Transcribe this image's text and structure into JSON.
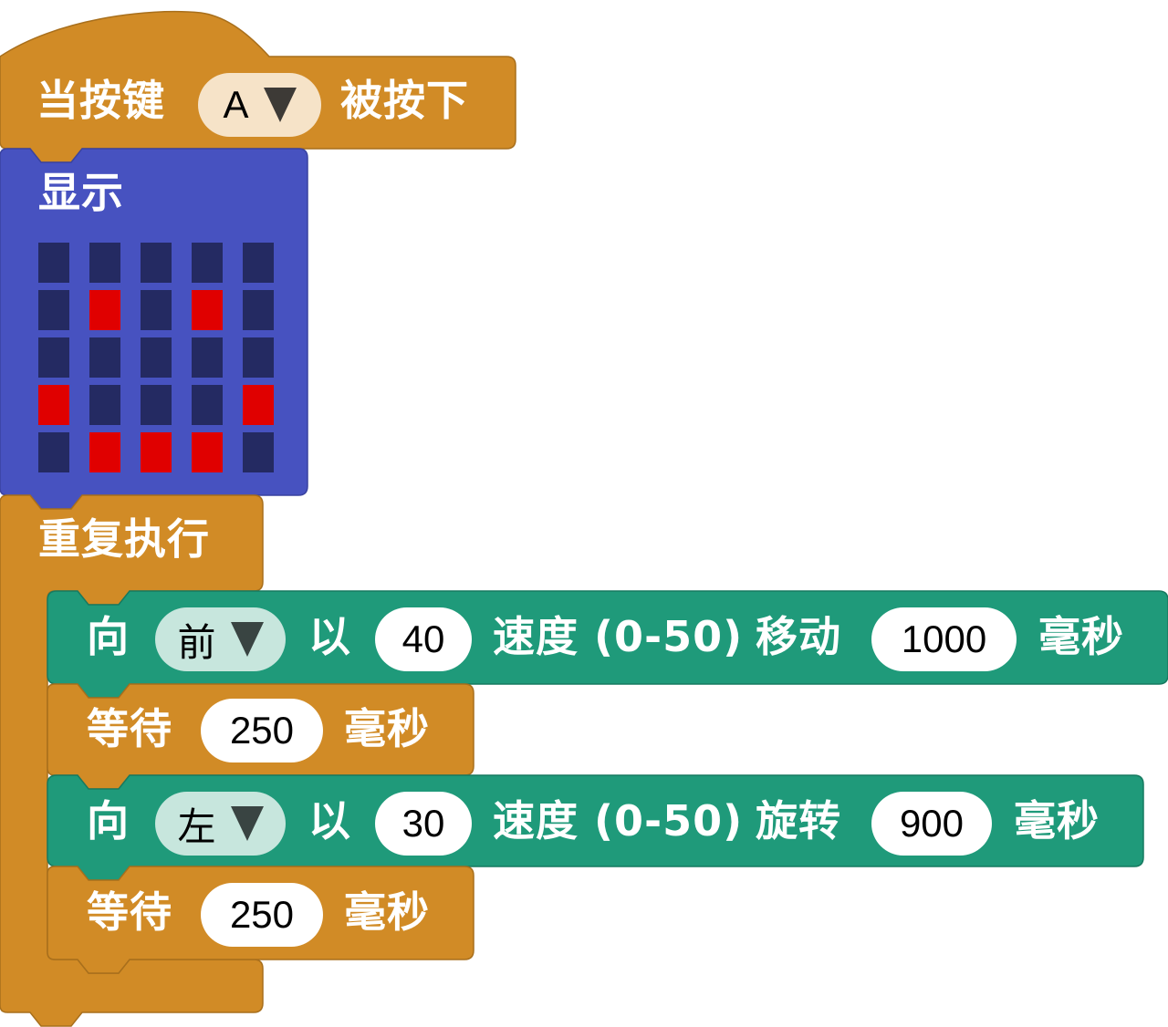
{
  "colors": {
    "event_orange": "#d18b26",
    "event_orange_border": "#a86f1c",
    "display_blue": "#4752c0",
    "display_blue_border": "#3a43a0",
    "motor_green": "#1f9a7a",
    "motor_green_border": "#177a60",
    "led_off": "#242a62",
    "led_on": "#e00000",
    "hat_dropdown_bg": "#f6e3c8",
    "green_dropdown_bg": "#c7e6dd"
  },
  "on_button_pressed": {
    "label_prefix": "当按键",
    "button_value": "A",
    "label_suffix": "被按下"
  },
  "show_leds": {
    "label": "显示",
    "grid": [
      [
        0,
        0,
        0,
        0,
        0
      ],
      [
        0,
        1,
        0,
        1,
        0
      ],
      [
        0,
        0,
        0,
        0,
        0
      ],
      [
        1,
        0,
        0,
        0,
        1
      ],
      [
        0,
        1,
        1,
        1,
        0
      ]
    ]
  },
  "forever": {
    "label": "重复执行",
    "body": [
      {
        "type": "move",
        "word_to": "向",
        "direction": "前",
        "word_at": "以",
        "speed": "40",
        "speed_label": "速度 (0-50)",
        "action": "移动",
        "duration": "1000",
        "unit": "毫秒"
      },
      {
        "type": "wait",
        "label": "等待",
        "duration": "250",
        "unit": "毫秒"
      },
      {
        "type": "turn",
        "word_to": "向",
        "direction": "左",
        "word_at": "以",
        "speed": "30",
        "speed_label": "速度 (0-50)",
        "action": "旋转",
        "duration": "900",
        "unit": "毫秒"
      },
      {
        "type": "wait",
        "label": "等待",
        "duration": "250",
        "unit": "毫秒"
      }
    ]
  }
}
